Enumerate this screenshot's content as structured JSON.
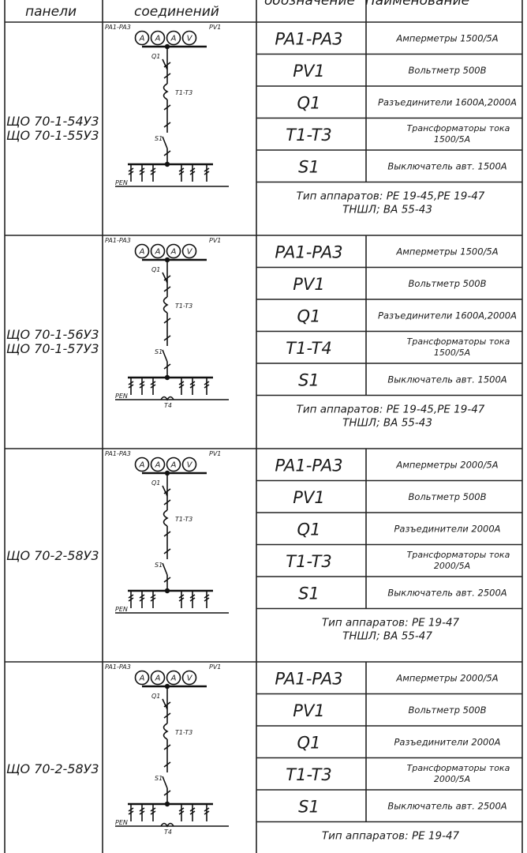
{
  "header": {
    "col1": "панели",
    "col2": "соединений",
    "col3": "обозначение",
    "col4": "Наименование"
  },
  "sections": [
    {
      "panel_lines": [
        "ЩО 70-1-54У3",
        "ЩО 70-1-55У3"
      ],
      "scheme": {
        "meters_label": "PA1-PA3",
        "voltmeter_label": "PV1",
        "meters": [
          "A",
          "A",
          "A",
          "V"
        ],
        "q_label": "Q1",
        "t_label": "T1-T3",
        "s_label": "S1",
        "pen_label": "PEN",
        "extra_transformer": ""
      },
      "rows": [
        {
          "code": "PA1-PA3",
          "name_lines": [
            "Амперметры 1500/5А"
          ]
        },
        {
          "code": "PV1",
          "name_lines": [
            "Вольтметр 500В"
          ]
        },
        {
          "code": "Q1",
          "name_lines": [
            "Разъединители 1600А,2000А"
          ]
        },
        {
          "code": "T1-T3",
          "name_lines": [
            "Трансформаторы тока",
            "1500/5А"
          ]
        },
        {
          "code": "S1",
          "name_lines": [
            "Выключатель авт. 1500А"
          ]
        }
      ],
      "types_lines": [
        "Тип аппаратов: PE 19-45,PE 19-47",
        "ТНШЛ; ВА 55-43"
      ]
    },
    {
      "panel_lines": [
        "ЩО 70-1-56У3",
        "ЩО 70-1-57У3"
      ],
      "scheme": {
        "meters_label": "PA1-PA3",
        "voltmeter_label": "PV1",
        "meters": [
          "A",
          "A",
          "A",
          "V"
        ],
        "q_label": "Q1",
        "t_label": "T1-T3",
        "s_label": "S1",
        "pen_label": "PEN",
        "extra_transformer": "T4"
      },
      "rows": [
        {
          "code": "PA1-PA3",
          "name_lines": [
            "Амперметры 1500/5А"
          ]
        },
        {
          "code": "PV1",
          "name_lines": [
            "Вольтметр 500В"
          ]
        },
        {
          "code": "Q1",
          "name_lines": [
            "Разъединители 1600А,2000А"
          ]
        },
        {
          "code": "T1-T4",
          "name_lines": [
            "Трансформаторы тока",
            "1500/5А"
          ]
        },
        {
          "code": "S1",
          "name_lines": [
            "Выключатель авт. 1500А"
          ]
        }
      ],
      "types_lines": [
        "Тип аппаратов: PE 19-45,PE 19-47",
        "ТНШЛ; ВА 55-43"
      ]
    },
    {
      "panel_lines": [
        "ЩО 70-2-58У3"
      ],
      "scheme": {
        "meters_label": "PA1-PA3",
        "voltmeter_label": "PV1",
        "meters": [
          "A",
          "A",
          "A",
          "V"
        ],
        "q_label": "Q1",
        "t_label": "T1-T3",
        "s_label": "S1",
        "pen_label": "PEN",
        "extra_transformer": ""
      },
      "rows": [
        {
          "code": "PA1-PA3",
          "name_lines": [
            "Амперметры 2000/5А"
          ]
        },
        {
          "code": "PV1",
          "name_lines": [
            "Вольтметр 500В"
          ]
        },
        {
          "code": "Q1",
          "name_lines": [
            "Разъединители 2000А"
          ]
        },
        {
          "code": "T1-T3",
          "name_lines": [
            "Трансформаторы тока",
            "2000/5А"
          ]
        },
        {
          "code": "S1",
          "name_lines": [
            "Выключатель авт. 2500А"
          ]
        }
      ],
      "types_lines": [
        "Тип аппаратов: PE 19-47",
        "ТНШЛ; ВА 55-47"
      ]
    },
    {
      "panel_lines": [
        "ЩО 70-2-58У3"
      ],
      "scheme": {
        "meters_label": "PA1-PA3",
        "voltmeter_label": "PV1",
        "meters": [
          "A",
          "A",
          "A",
          "V"
        ],
        "q_label": "Q1",
        "t_label": "T1-T3",
        "s_label": "S1",
        "pen_label": "PEN",
        "extra_transformer": "T4"
      },
      "rows": [
        {
          "code": "PA1-PA3",
          "name_lines": [
            "Амперметры 2000/5А"
          ]
        },
        {
          "code": "PV1",
          "name_lines": [
            "Вольтметр 500В"
          ]
        },
        {
          "code": "Q1",
          "name_lines": [
            "Разъединители 2000А"
          ]
        },
        {
          "code": "T1-T3",
          "name_lines": [
            "Трансформаторы тока",
            "2000/5А"
          ]
        },
        {
          "code": "S1",
          "name_lines": [
            "Выключатель авт. 2500А"
          ]
        }
      ],
      "types_lines": [
        "Тип аппаратов: PE 19-47"
      ]
    }
  ]
}
